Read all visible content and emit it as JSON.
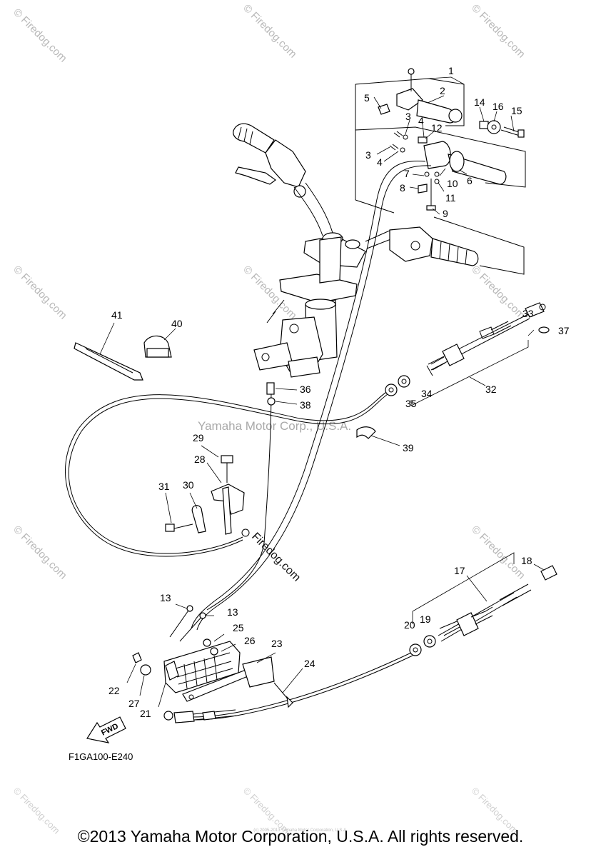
{
  "diagram": {
    "code": "F1GA100-E240",
    "fwd_label": "FWD",
    "center_watermark": "Yamaha Motor Corp., U.S.A.",
    "firedog_watermark": "Firedog.com",
    "corner_watermark": "© Firedog.com",
    "callouts": [
      "1",
      "2",
      "3",
      "4",
      "3",
      "4",
      "5",
      "6",
      "7",
      "8",
      "9",
      "10",
      "11",
      "12",
      "13",
      "13",
      "14",
      "15",
      "16",
      "17",
      "18",
      "19",
      "20",
      "21",
      "22",
      "23",
      "24",
      "25",
      "26",
      "27",
      "28",
      "29",
      "30",
      "31",
      "32",
      "33",
      "34",
      "35",
      "36",
      "37",
      "38",
      "39",
      "40",
      "41"
    ]
  },
  "footer": {
    "copyright": "©2013 Yamaha Motor Corporation, U.S.A. All rights reserved.",
    "tiny_credit": "(c) 2005-2013 Yamaha Motor Corporation, U.S.A."
  }
}
